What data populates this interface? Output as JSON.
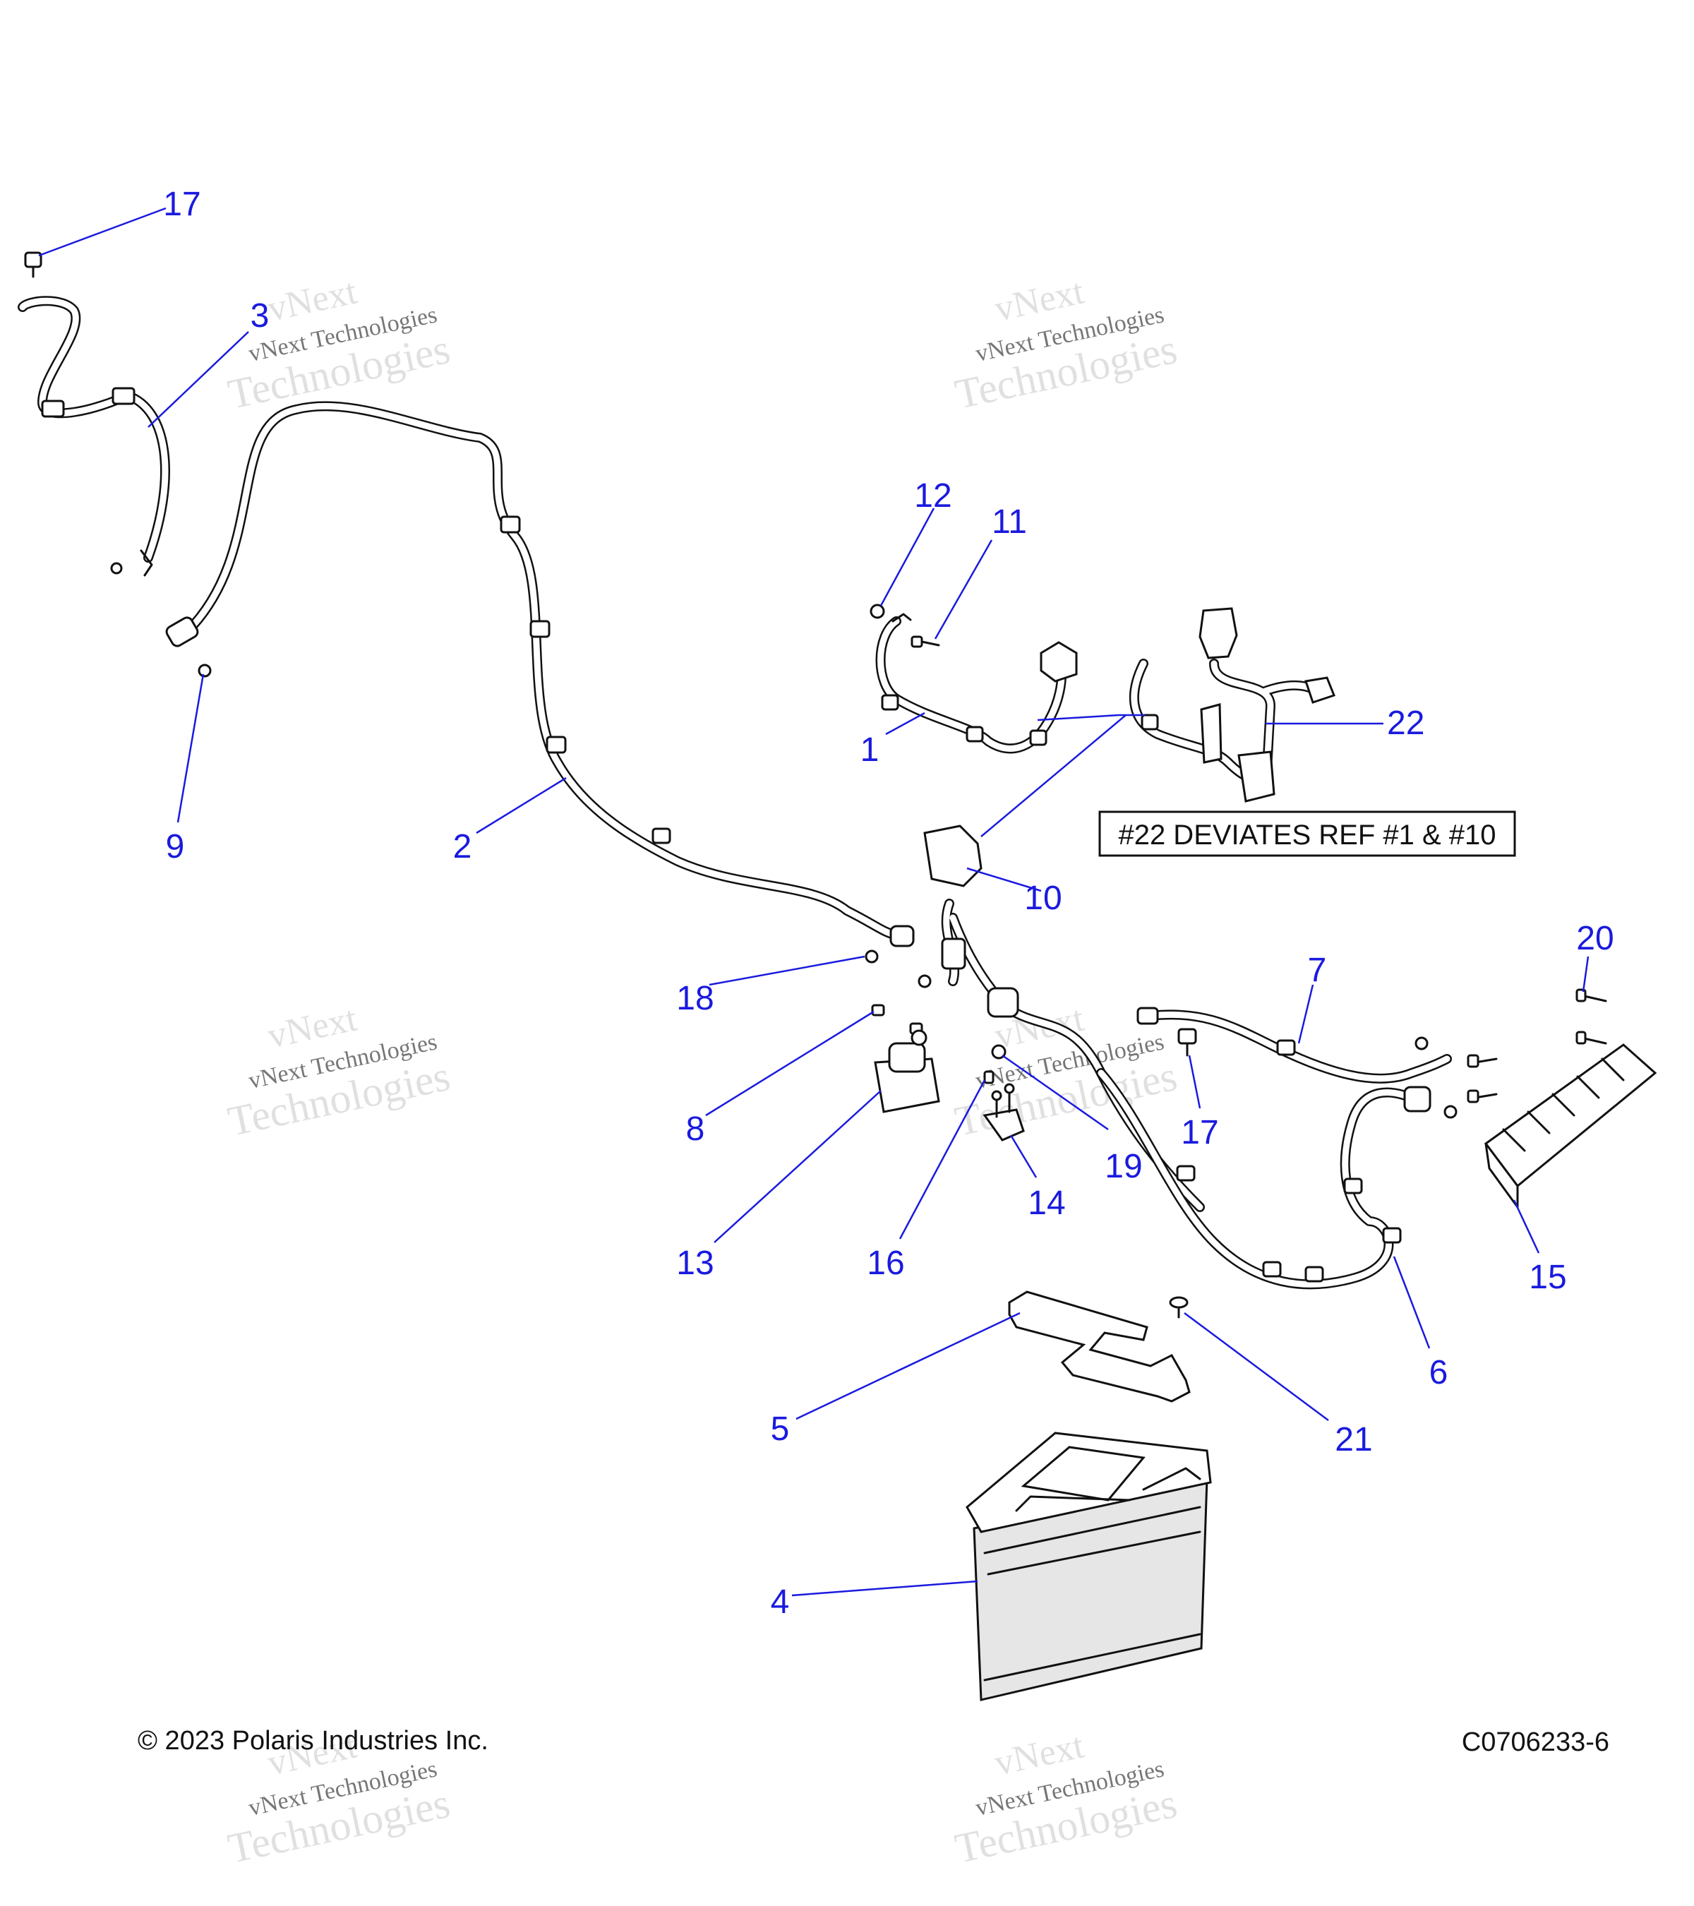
{
  "callouts": {
    "c1": "1",
    "c2": "2",
    "c3": "3",
    "c4": "4",
    "c5": "5",
    "c6": "6",
    "c7": "7",
    "c8": "8",
    "c9": "9",
    "c10": "10",
    "c11": "11",
    "c12": "12",
    "c13": "13",
    "c14": "14",
    "c15": "15",
    "c16": "16",
    "c17a": "17",
    "c17b": "17",
    "c18": "18",
    "c19": "19",
    "c20": "20",
    "c21": "21",
    "c22": "22"
  },
  "note": {
    "text": "#22 DEVIATES REF #1 & #10"
  },
  "footer": {
    "copyright": "© 2023 Polaris Industries Inc.",
    "figure_id": "C0706233-6"
  },
  "watermark": {
    "line_a": "vNext",
    "line_b": "vNext Technologies",
    "line_c": "Technologies"
  },
  "colors": {
    "callout": "#1a1adf",
    "line": "#111111"
  }
}
